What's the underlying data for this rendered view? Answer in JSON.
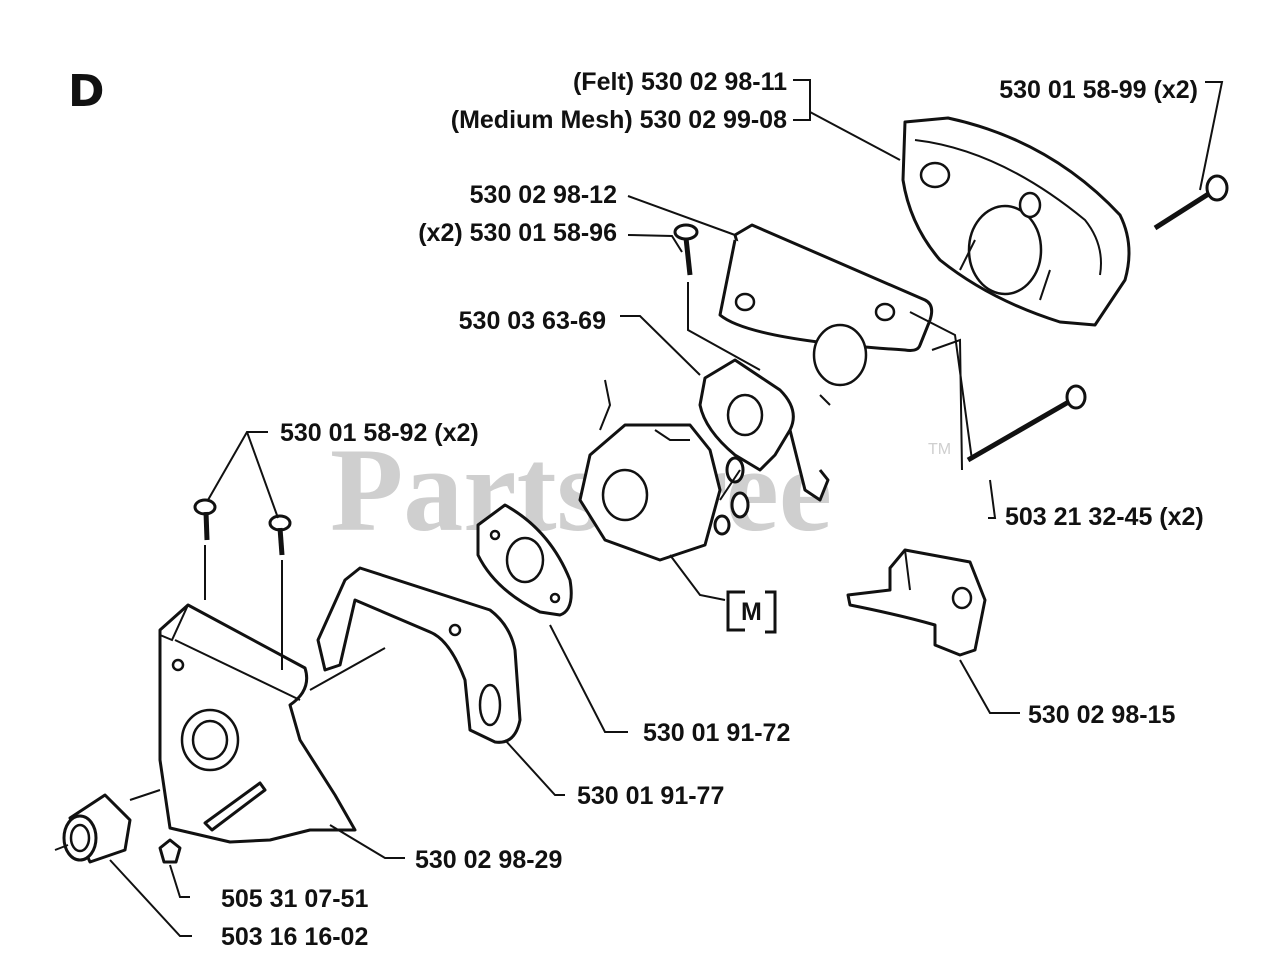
{
  "section_letter": "D",
  "watermark": {
    "text": "PartsTree",
    "tm": "TM"
  },
  "callout_box": "M",
  "labels": {
    "felt": "(Felt) 530 02 98-11",
    "medium_mesh": "(Medium Mesh) 530 02 99-08",
    "screw_top": "530 01 58-99 (x2)",
    "plate": "530 02 98-12",
    "plate_screw": "(x2) 530 01 58-96",
    "gasket_top": "530 03 63-69",
    "cover_screw": "530 01 58-92 (x2)",
    "bolt": "503 21 32-45 (x2)",
    "gasket_mid": "530 01 91-72",
    "choke": "530 02 98-15",
    "bracket": "530 01 91-77",
    "intake": "530 02 98-29",
    "nut": "505 31 07-51",
    "sleeve": "503 16 16-02"
  }
}
